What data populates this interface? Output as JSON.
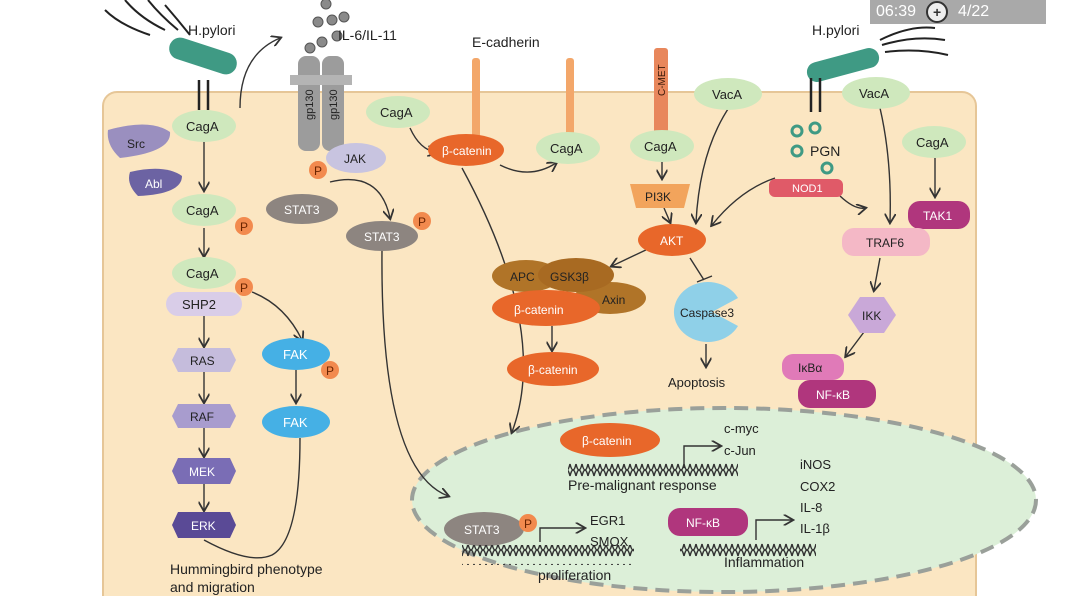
{
  "overlay": {
    "time": "06:39",
    "slide": "4/22",
    "icon": "plus-icon"
  },
  "labels": {
    "hpylori_left": "H.pylori",
    "hpylori_right": "H.pylori",
    "il6": "IL-6/IL-11",
    "ecadherin": "E-cadherin",
    "cmet": "C-MET",
    "gp130a": "gp130",
    "gp130b": "gp130",
    "pgn": "PGN",
    "apoptosis": "Apoptosis",
    "hummingbird1": "Hummingbird phenotype",
    "hummingbird2": "and migration",
    "premalignant": "Pre-malignant response",
    "proliferation": "proliferation",
    "inflammation": "Inflammation",
    "cmyc": "c-myc",
    "cjun": "c-Jun",
    "egr1": "EGR1",
    "smox": "SMOX",
    "inos": "iNOS",
    "cox2": "COX2",
    "il8": "IL-8",
    "il1b": "IL-1β"
  },
  "nodes": {
    "src": "Src",
    "abl": "Abl",
    "caga1": "CagA",
    "caga2": "CagA",
    "caga3": "CagA",
    "shp2": "SHP2",
    "ras": "RAS",
    "raf": "RAF",
    "mek": "MEK",
    "erk": "ERK",
    "fak1": "FAK",
    "fak2": "FAK",
    "jak": "JAK",
    "stat3a": "STAT3",
    "stat3b": "STAT3",
    "stat3c": "STAT3",
    "caga_mid": "CagA",
    "bcat1": "β-catenin",
    "caga_ecad": "CagA",
    "apc": "APC",
    "gsk3b": "GSK3β",
    "axin": "Axin",
    "bcat2": "β-catenin",
    "bcat3": "β-catenin",
    "bcat4": "β-catenin",
    "caga_met": "CagA",
    "pi3k": "PI3K",
    "akt": "AKT",
    "caspase3": "Caspase3",
    "vaca1": "VacA",
    "vaca2": "VacA",
    "nod1": "NOD1",
    "caga_right": "CagA",
    "tak1": "TAK1",
    "traf6": "TRAF6",
    "ikk": "IKK",
    "ikba": "IκBα",
    "nfkb1": "NF-κB",
    "nfkb2": "NF-κB"
  },
  "phospho": "P",
  "colors": {
    "cell": "#fbe6c2",
    "nucleus": "#dcefd8",
    "caga": "#cfe8bd",
    "orange": "#e8672a",
    "purple": "#6b5aa6",
    "stat": "#8d8580",
    "nfkb": "#b0367d",
    "pink": "#f4b8c6"
  }
}
